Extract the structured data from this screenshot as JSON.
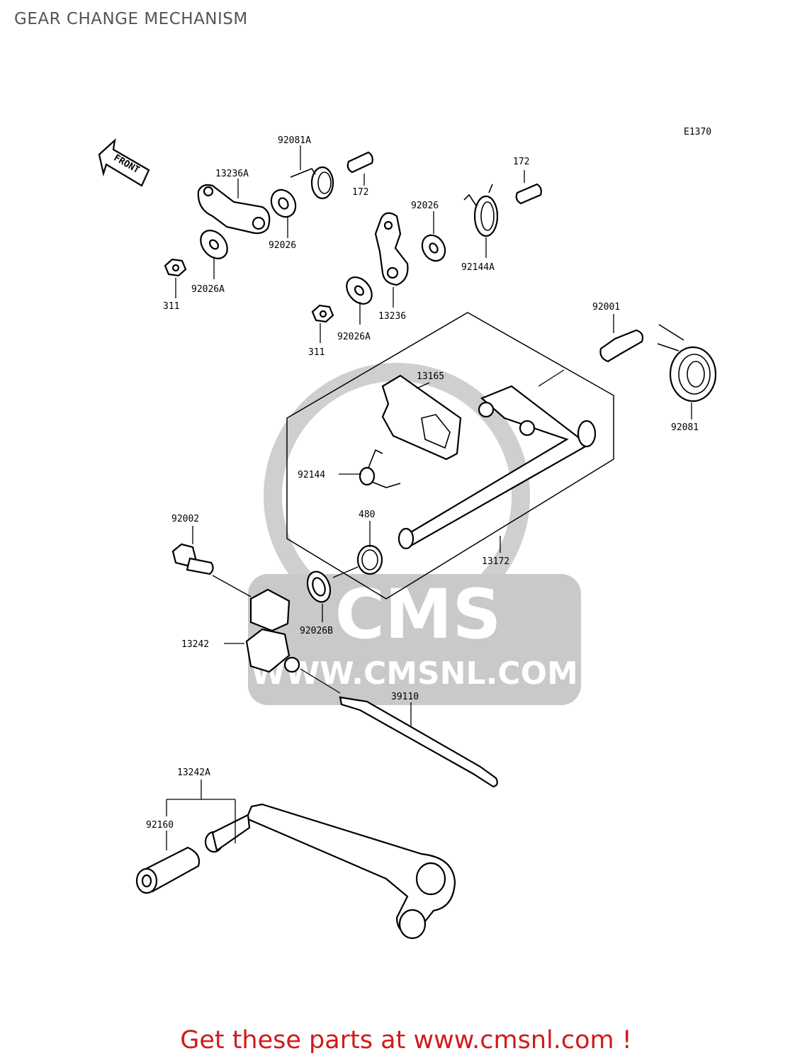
{
  "title": "GEAR CHANGE MECHANISM",
  "diagram_code": "E1370",
  "front_label": "FRONT",
  "watermark": {
    "brand": "CMS",
    "url": "WWW.CMSNL.COM"
  },
  "part_labels": {
    "p92081A": "92081A",
    "p13236A": "13236A",
    "p172a": "172",
    "p172b": "172",
    "p92026a": "92026",
    "p92026b": "92026",
    "p92026Aa": "92026A",
    "p92026Ab": "92026A",
    "p311a": "311",
    "p311b": "311",
    "p13236": "13236",
    "p92144A": "92144A",
    "p92001": "92001",
    "p92081": "92081",
    "p13165": "13165",
    "p92144": "92144",
    "p480": "480",
    "p92002": "92002",
    "p13172": "13172",
    "p92026B": "92026B",
    "p13242": "13242",
    "p39110": "39110",
    "p13242A": "13242A",
    "p92160": "92160"
  },
  "cta": "Get these parts at www.cmsnl.com !",
  "colors": {
    "title": "#555555",
    "cta": "#d21a1a",
    "watermark": "#c9c9c9"
  }
}
